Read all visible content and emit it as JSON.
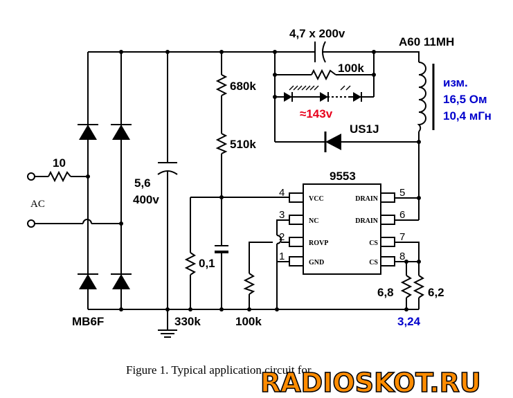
{
  "labels": {
    "cap_series": "4,7 x 200v",
    "transformer": "A60 11MH",
    "r_parallel": "100k",
    "meas_title": "изм.",
    "meas_resistance": "16,5 Ом",
    "meas_inductance": "10,4 мГн",
    "r1": "680k",
    "r2": "510k",
    "led_voltage": "≈143v",
    "diode": "US1J",
    "r_input": "10",
    "ac": "AC",
    "cap_bulk_value": "5,6",
    "cap_bulk_voltage": "400v",
    "ic_name": "9553",
    "cap_vcc": "0,1",
    "r_6_8": "6,8",
    "r_6_2": "6,2",
    "r_330k": "330k",
    "r_100k_bottom": "100k",
    "r_sense_total": "3,24",
    "bridge": "MB6F",
    "caption": "Figure 1. Typical application circuit for",
    "watermark": "RADIOSKOT.RU"
  },
  "ic_pins": {
    "vcc": "VCC",
    "nc": "NC",
    "rovp": "ROVP",
    "gnd": "GND",
    "drain1": "DRAIN",
    "drain2": "DRAIN",
    "cs1": "CS",
    "cs2": "CS",
    "p1": "1",
    "p2": "2",
    "p3": "3",
    "p4": "4",
    "p5": "5",
    "p6": "6",
    "p7": "7",
    "p8": "8"
  },
  "colors": {
    "led_voltage": "#e8001c",
    "measurement": "#0000cc",
    "sense_total": "#0000cc",
    "watermark": "#ff8c00"
  }
}
